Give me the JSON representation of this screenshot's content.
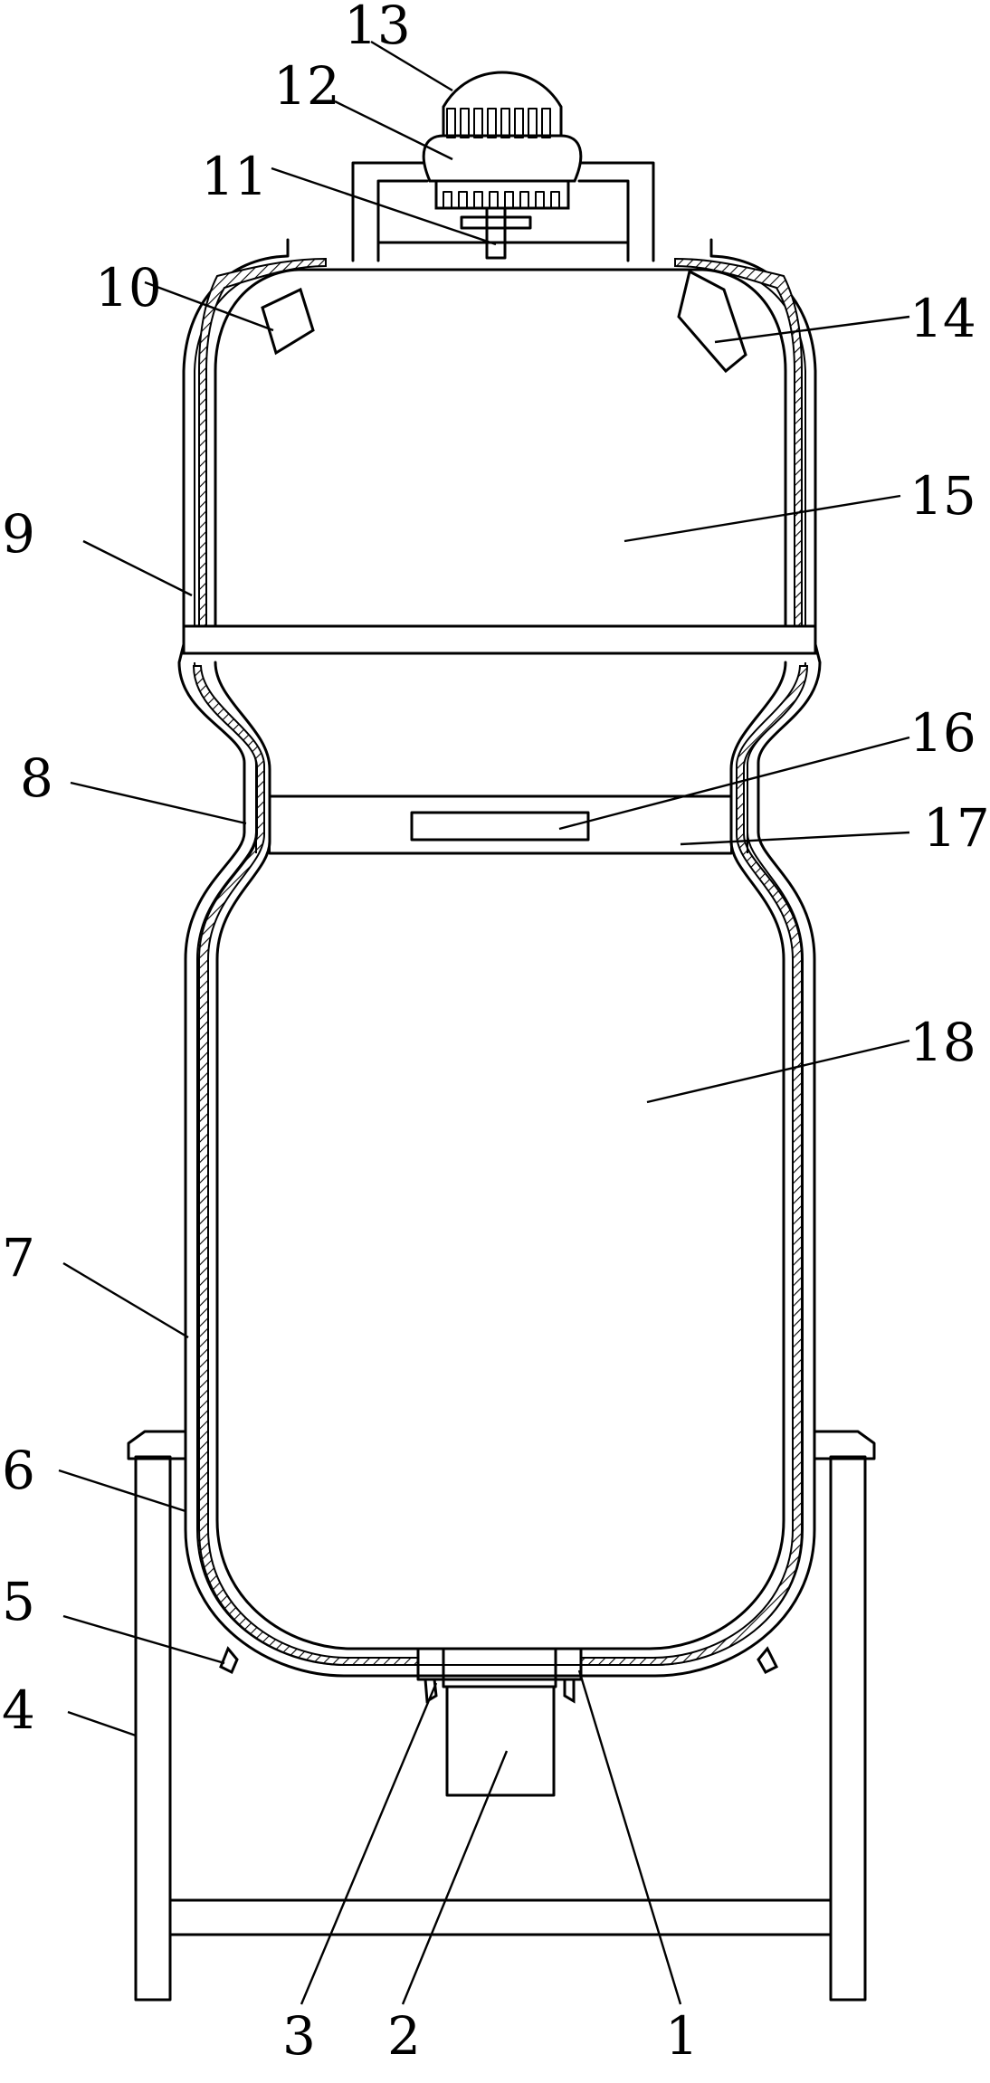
{
  "labels": {
    "l1": "1",
    "l2": "2",
    "l3": "3",
    "l4": "4",
    "l5": "5",
    "l6": "6",
    "l7": "7",
    "l8": "8",
    "l9": "9",
    "l10": "10",
    "l11": "11",
    "l12": "12",
    "l13": "13",
    "l14": "14",
    "l15": "15",
    "l16": "16",
    "l17": "17",
    "l18": "18"
  },
  "colors": {
    "stroke": "#000000",
    "background": "#ffffff"
  }
}
